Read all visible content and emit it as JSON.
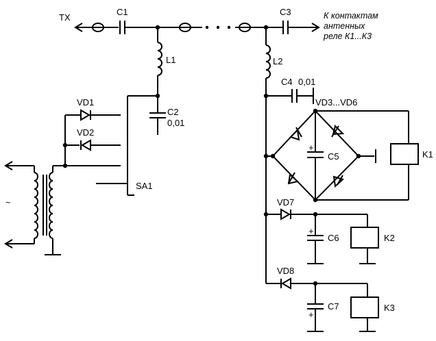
{
  "labels": {
    "tx": "TX",
    "c1": "C1",
    "c3": "C3",
    "note_line1": "К контактам",
    "note_line2": "антенных",
    "note_line3": "реле К1...К3",
    "l1": "L1",
    "l2": "L2",
    "c2": "C2",
    "c2_value": "0,01",
    "c4": "C4",
    "c4_value": "0,01",
    "vd1": "VD1",
    "vd2": "VD2",
    "vd3_vd6": "VD3...VD6",
    "c5": "C5",
    "k1": "K1",
    "sa1": "SA1",
    "vd7": "VD7",
    "c6": "C6",
    "k2": "K2",
    "vd8": "VD8",
    "c7": "C7",
    "k3": "K3",
    "ac_symbol": "~",
    "plus": "+"
  }
}
